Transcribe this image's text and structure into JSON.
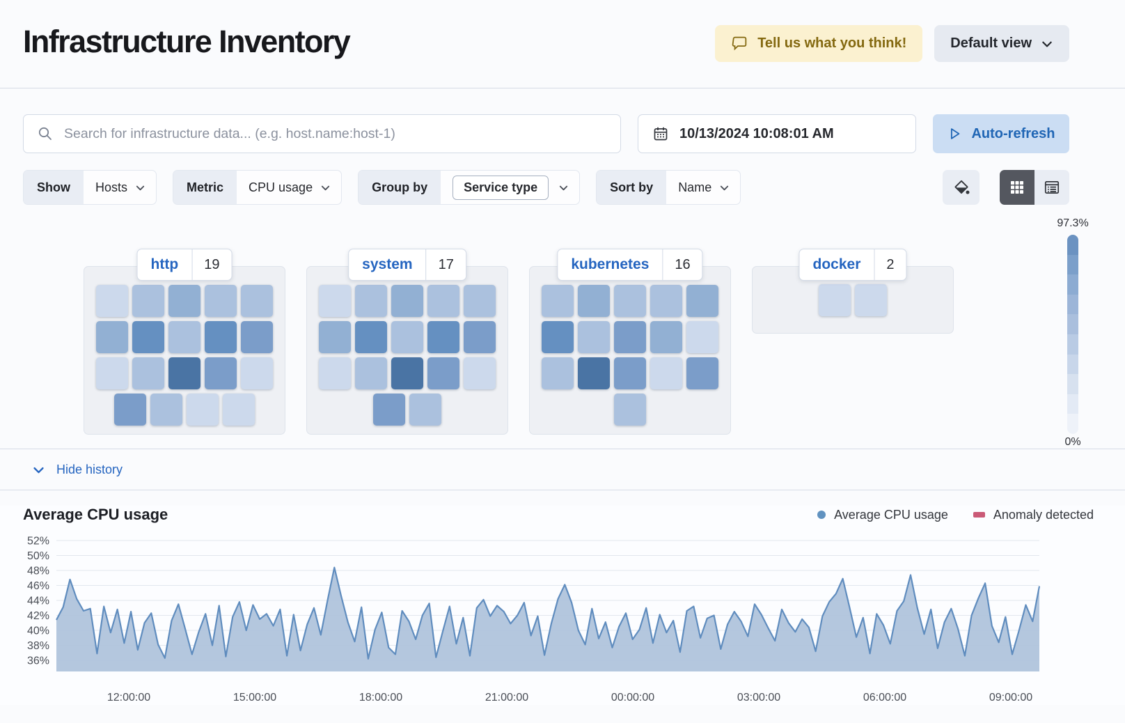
{
  "header": {
    "title": "Infrastructure Inventory",
    "feedback_button": {
      "label": "Tell us what you think!",
      "bg": "#fbf1d0",
      "color": "#83680f"
    },
    "view_dropdown": {
      "label": "Default view"
    }
  },
  "toolbar": {
    "search": {
      "placeholder": "Search for infrastructure data... (e.g. host.name:host-1)"
    },
    "datetime": "10/13/2024 10:08:01 AM",
    "auto_refresh": {
      "label": "Auto-refresh",
      "bg": "#cbddf3",
      "color": "#2066b5"
    }
  },
  "filters": [
    {
      "label": "Show",
      "value": "Hosts"
    },
    {
      "label": "Metric",
      "value": "CPU usage"
    },
    {
      "label": "Group by",
      "value": "Service type"
    },
    {
      "label": "Sort by",
      "value": "Name"
    }
  ],
  "icons": {
    "feedback": "speech-bubble",
    "view_dropdown": "chevron-down",
    "search": "magnifier",
    "date": "calendar",
    "auto_refresh": "play-outline",
    "palette": "paint-fill",
    "grid_view": "grid-3x3",
    "table_view": "table-list",
    "hide_history": "chevron-down"
  },
  "waffle": {
    "palette": [
      "#dde6f2",
      "#ccd9ec",
      "#abc1de",
      "#92b0d3",
      "#7b9dc9",
      "#6590c1",
      "#4a74a4"
    ],
    "groups": [
      {
        "name": "http",
        "count": 19,
        "rows": [
          [
            1,
            2,
            3,
            2,
            2
          ],
          [
            3,
            5,
            2,
            5,
            4
          ],
          [
            1,
            2,
            6,
            4,
            1
          ],
          [
            4,
            2,
            1,
            1
          ]
        ]
      },
      {
        "name": "system",
        "count": 17,
        "rows": [
          [
            1,
            2,
            3,
            2,
            2
          ],
          [
            3,
            5,
            2,
            5,
            4
          ],
          [
            1,
            2,
            6,
            4,
            1
          ],
          [
            4,
            2
          ]
        ]
      },
      {
        "name": "kubernetes",
        "count": 16,
        "rows": [
          [
            2,
            3,
            2,
            2,
            3
          ],
          [
            5,
            2,
            4,
            3,
            1
          ],
          [
            2,
            6,
            4,
            1,
            4
          ],
          [
            2
          ]
        ]
      },
      {
        "name": "docker",
        "count": 2,
        "rows": [
          [
            1,
            1
          ]
        ]
      }
    ],
    "scale": {
      "max": "97.3%",
      "min": "0%",
      "steps": [
        "#6b92c1",
        "#7b9fca",
        "#8cabd2",
        "#9cb5d8",
        "#aabfdd",
        "#b9cbe4",
        "#c8d6ea",
        "#d7e1ef",
        "#e3eaf5",
        "#eef2f9"
      ]
    }
  },
  "history": {
    "toggle_label": "Hide history"
  },
  "chart_data": {
    "type": "area",
    "title": "Average CPU usage",
    "legend": [
      {
        "label": "Average CPU usage",
        "color": "#6092c0",
        "marker": "circle"
      },
      {
        "label": "Anomaly detected",
        "color": "#ca5a77",
        "marker": "rect"
      }
    ],
    "y_ticks": [
      52,
      50,
      48,
      46,
      44,
      42,
      40,
      38,
      36
    ],
    "y_unit": "%",
    "ylim": [
      36,
      52
    ],
    "x_ticks": [
      "12:00:00",
      "15:00:00",
      "18:00:00",
      "21:00:00",
      "00:00:00",
      "03:00:00",
      "06:00:00",
      "09:00:00"
    ],
    "grid": true,
    "legend_position": "top-right",
    "line_color": "#5f8cbe",
    "fill_color": "#aec3dc",
    "values": [
      41.4,
      43.1,
      46.8,
      44.2,
      42.6,
      42.9,
      36.9,
      43.2,
      39.7,
      42.8,
      38.3,
      42.5,
      37.4,
      41.0,
      42.3,
      38.1,
      36.3,
      41.3,
      43.5,
      40.2,
      36.8,
      39.8,
      42.2,
      38.0,
      43.3,
      36.5,
      41.8,
      43.8,
      40.0,
      43.4,
      41.5,
      42.2,
      40.6,
      42.8,
      36.6,
      42.1,
      37.3,
      40.8,
      43.0,
      39.4,
      44.0,
      48.4,
      44.6,
      41.1,
      38.5,
      43.1,
      36.2,
      40.1,
      42.4,
      37.7,
      36.8,
      42.6,
      41.2,
      38.8,
      42.0,
      43.6,
      36.4,
      39.9,
      43.2,
      38.2,
      41.7,
      36.6,
      43.0,
      44.1,
      41.9,
      43.3,
      42.5,
      40.9,
      42.0,
      43.7,
      39.3,
      41.9,
      36.7,
      40.9,
      44.2,
      46.1,
      43.7,
      40.0,
      38.1,
      42.9,
      38.9,
      41.1,
      37.7,
      40.5,
      42.3,
      38.8,
      40.1,
      43.0,
      38.3,
      42.1,
      39.7,
      41.3,
      37.1,
      42.6,
      43.2,
      39.0,
      41.6,
      42.0,
      37.5,
      40.8,
      42.5,
      41.2,
      39.2,
      43.5,
      42.1,
      40.3,
      38.6,
      42.8,
      41.0,
      39.8,
      41.5,
      40.4,
      37.2,
      41.9,
      43.8,
      44.9,
      46.9,
      43.1,
      39.1,
      41.7,
      36.9,
      42.2,
      40.7,
      38.2,
      42.6,
      43.9,
      47.4,
      43.0,
      39.5,
      42.8,
      37.6,
      41.1,
      42.9,
      40.2,
      36.6,
      42.0,
      44.3,
      46.3,
      40.6,
      38.4,
      41.8,
      36.8,
      40.0,
      43.4,
      41.2,
      45.9
    ]
  }
}
